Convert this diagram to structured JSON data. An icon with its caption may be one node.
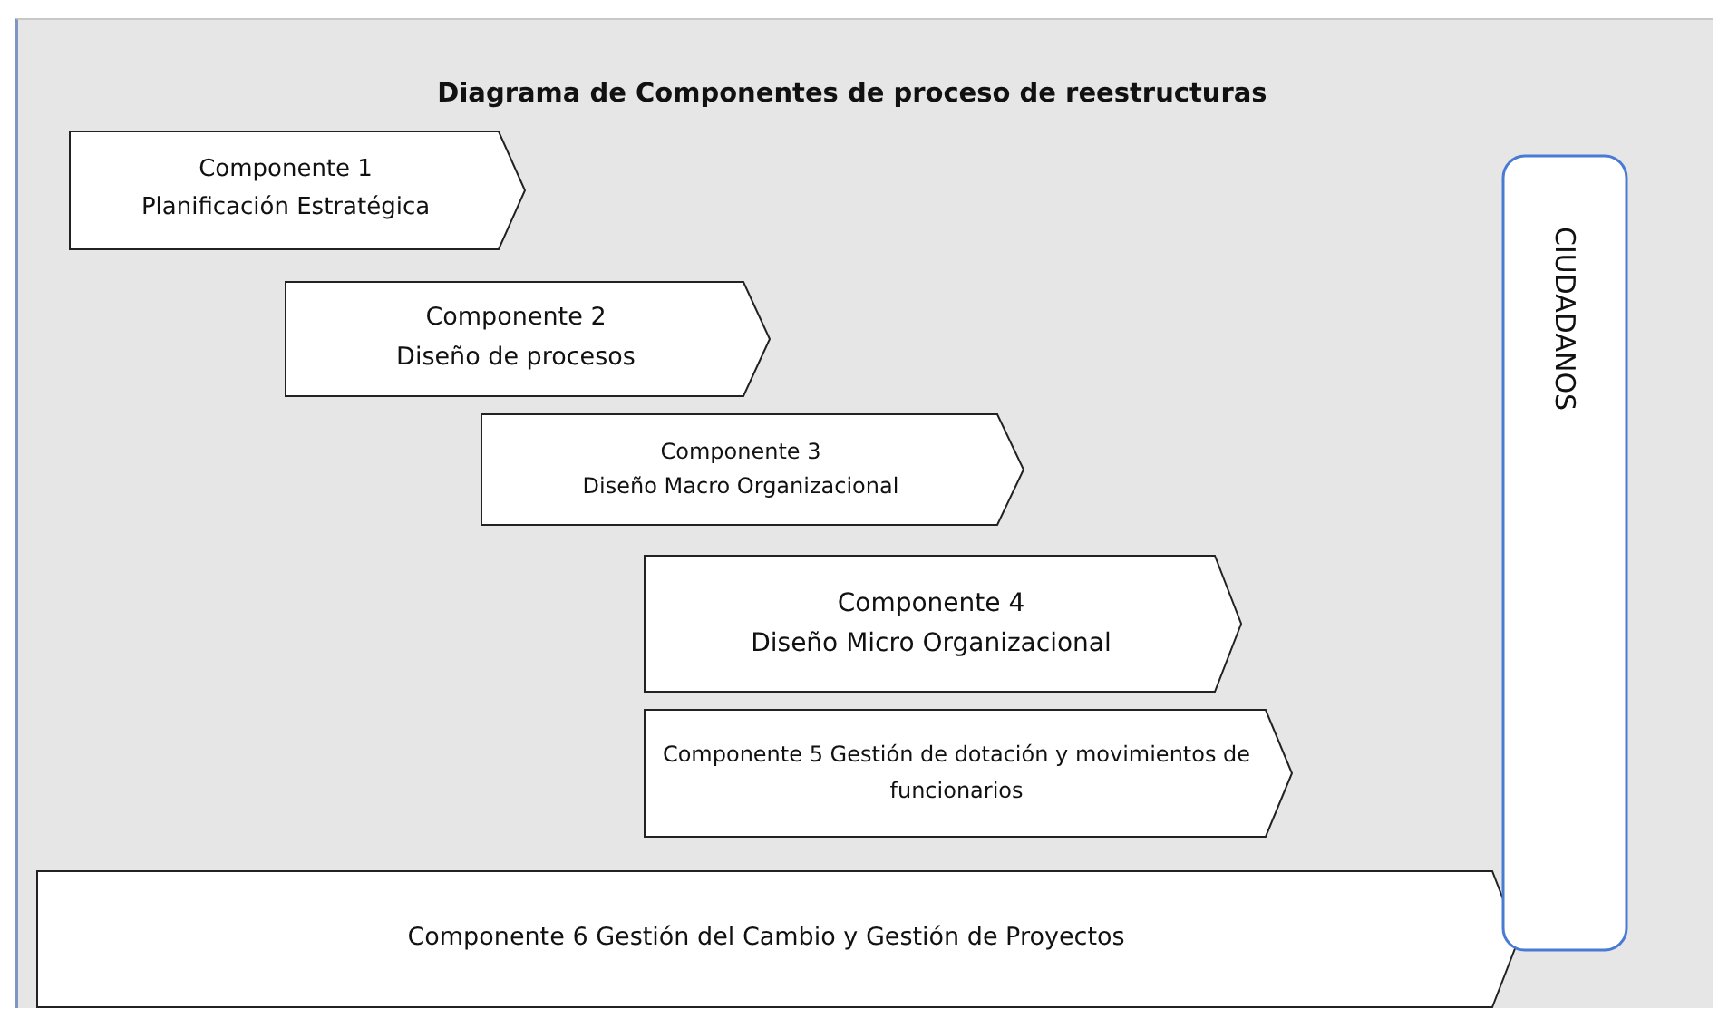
{
  "diagram": {
    "title": "Diagrama de Componentes de proceso de reestructuras",
    "nodes": [
      {
        "text": [
          "Componente 1",
          "Planificación Estratégica"
        ]
      },
      {
        "text": [
          "Componente 2",
          "Diseño de procesos"
        ]
      },
      {
        "text": [
          "Componente 3",
          "Diseño Macro Organizacional"
        ]
      },
      {
        "text": [
          "Componente 4",
          "Diseño Micro Organizacional"
        ]
      },
      {
        "text": [
          "Componente 5 Gestión de dotación y movimientos de funcionarios"
        ]
      },
      {
        "text": [
          "Componente 6 Gestión del Cambio y Gestión de Proyectos"
        ]
      },
      {
        "text": [
          "CIUDADANOS"
        ]
      }
    ],
    "edges": []
  }
}
